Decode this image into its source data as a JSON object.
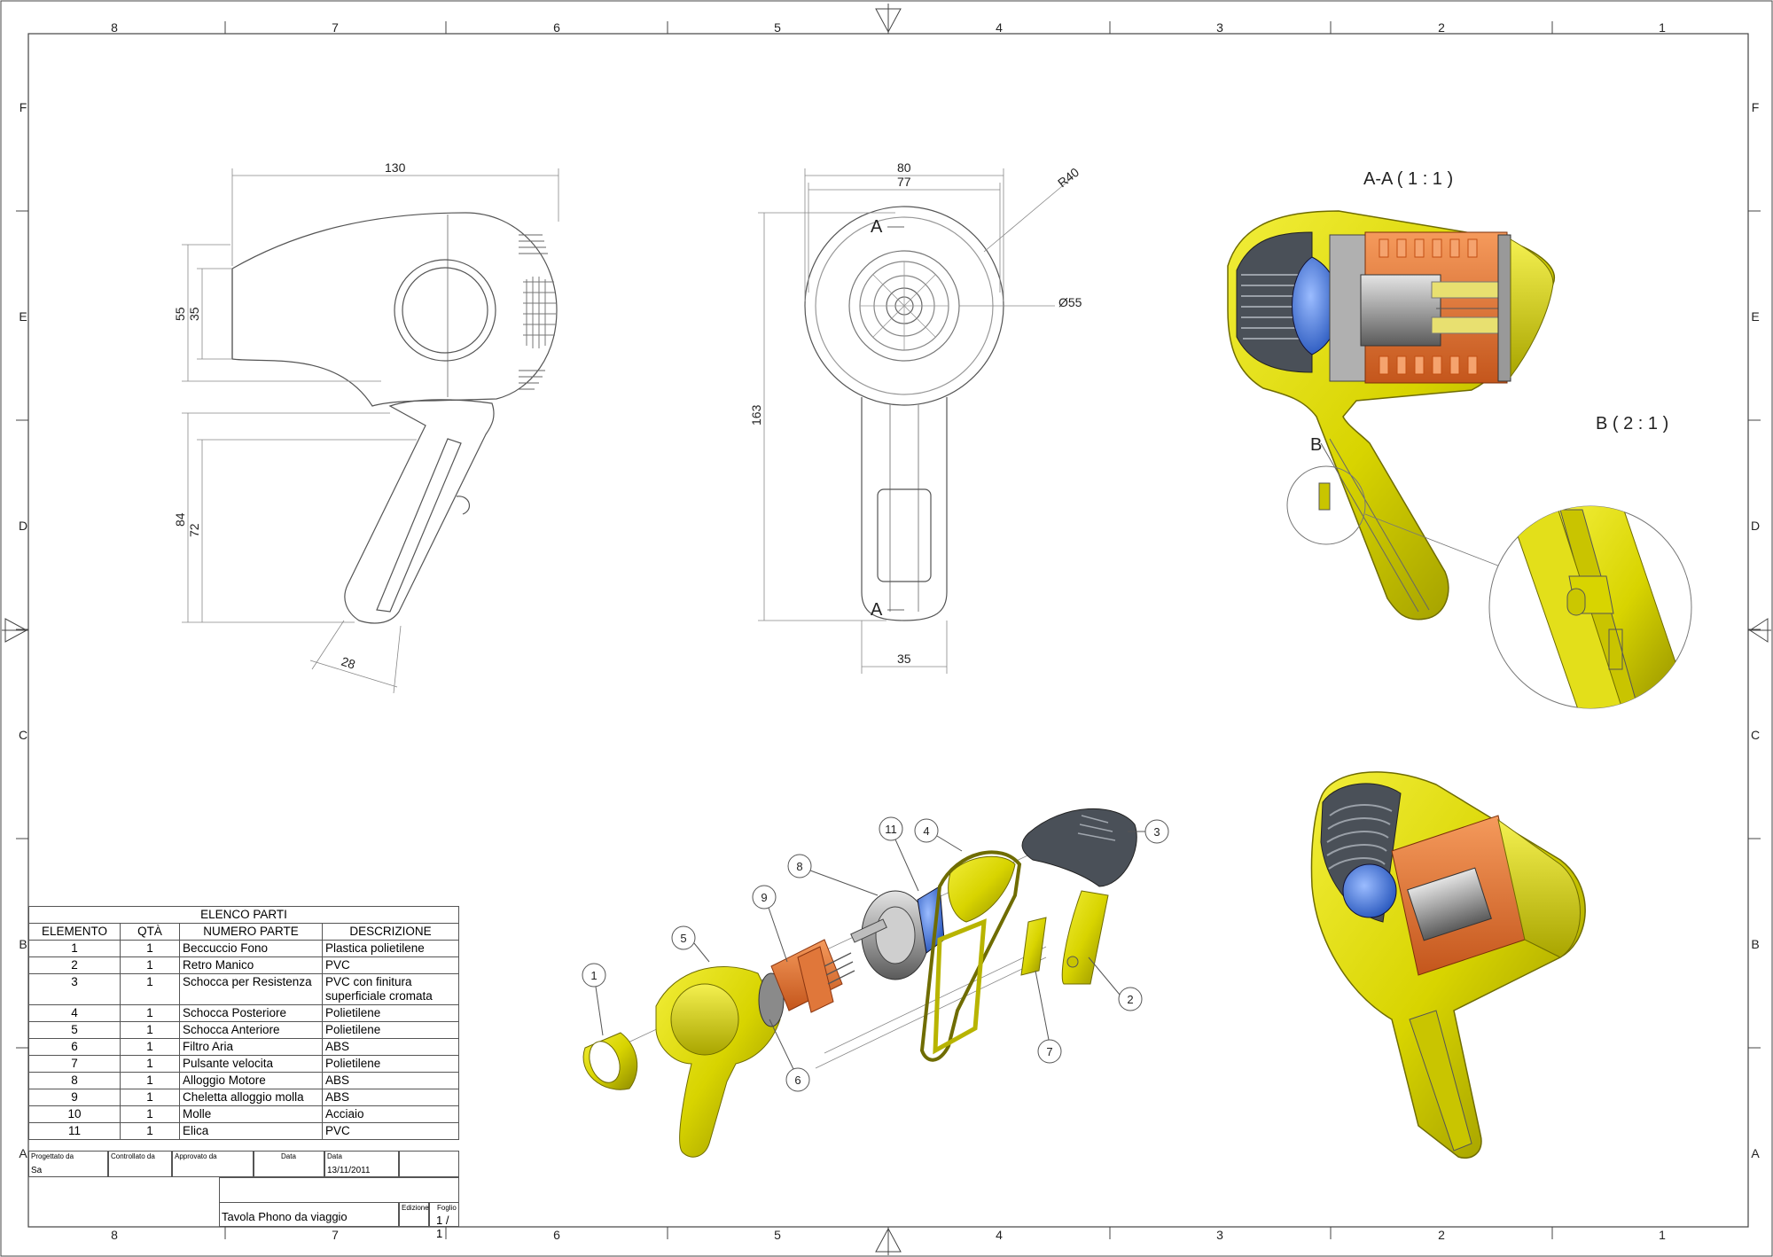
{
  "frame": {
    "col_labels_top": [
      "8",
      "7",
      "6",
      "5",
      "4",
      "3",
      "2",
      "1"
    ],
    "col_labels_bottom": [
      "8",
      "7",
      "6",
      "5",
      "4",
      "3",
      "2",
      "1"
    ],
    "row_labels_left": [
      "F",
      "E",
      "D",
      "C",
      "B",
      "A"
    ],
    "row_labels_right": [
      "F",
      "E",
      "D",
      "C",
      "B",
      "A"
    ]
  },
  "side_view": {
    "dim_130": "130",
    "dim_55": "55",
    "dim_35": "35",
    "dim_84": "84",
    "dim_72": "72",
    "dim_28": "28"
  },
  "front_view": {
    "dim_80": "80",
    "dim_77": "77",
    "dim_r40": "R40",
    "dim_d55": "Ø55",
    "dim_163": "163",
    "dim_35": "35",
    "section_mark_top": "A",
    "section_mark_bottom": "A"
  },
  "section_view": {
    "title": "A-A ( 1 : 1 )",
    "detail_mark": "B"
  },
  "detail_view": {
    "title": "B ( 2 : 1 )"
  },
  "balloons": [
    "1",
    "2",
    "3",
    "4",
    "5",
    "6",
    "7",
    "8",
    "9",
    "11"
  ],
  "parts_list": {
    "title": "ELENCO PARTI",
    "headers": [
      "ELEMENTO",
      "QTÀ",
      "NUMERO PARTE",
      "DESCRIZIONE"
    ],
    "rows": [
      [
        "1",
        "1",
        "Beccuccio Fono",
        "Plastica polietilene"
      ],
      [
        "2",
        "1",
        "Retro Manico",
        "PVC"
      ],
      [
        "3",
        "1",
        "Schocca per Resistenza",
        "PVC con finitura superficiale cromata"
      ],
      [
        "4",
        "1",
        "Schocca Posteriore",
        "Polietilene"
      ],
      [
        "5",
        "1",
        "Schocca Anteriore",
        "Polietilene"
      ],
      [
        "6",
        "1",
        "Filtro Aria",
        "ABS"
      ],
      [
        "7",
        "1",
        "Pulsante velocita",
        "Polietilene"
      ],
      [
        "8",
        "1",
        "Alloggio  Motore",
        "ABS"
      ],
      [
        "9",
        "1",
        "Cheletta alloggio molla",
        "ABS"
      ],
      [
        "10",
        "1",
        "Molle",
        "Acciaio"
      ],
      [
        "11",
        "1",
        "Elica",
        "PVC"
      ]
    ]
  },
  "title_block": {
    "designed_by_label": "Progettato da",
    "designed_by": "Sa",
    "checked_by_label": "Controllato da",
    "approved_by_label": "Approvato da",
    "date_label_1": "Data",
    "date_label_2": "Data",
    "date": "13/11/2011",
    "title": "Tavola Phono da viaggio",
    "edition_label": "Edizione",
    "sheet_label": "Foglio",
    "sheet": "1 / 1"
  },
  "colors": {
    "yellow": "#d8d400",
    "yellow_dark": "#8d8a00",
    "orange": "#e0773a",
    "grey": "#8c8c8c",
    "blue": "#3f6fd9",
    "dark_grey": "#4a5058"
  }
}
